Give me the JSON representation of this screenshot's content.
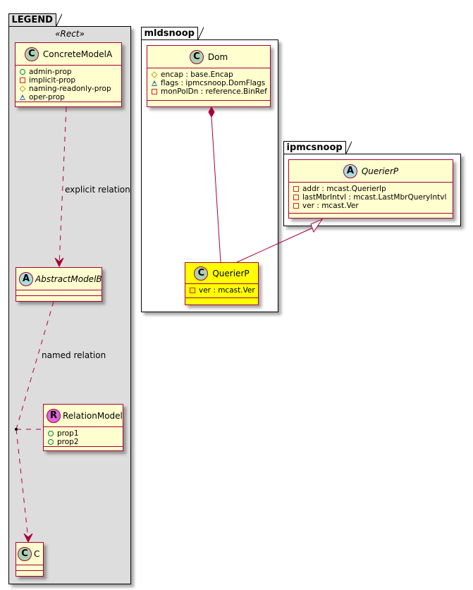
{
  "colors": {
    "class_fill": "#fefece",
    "class_border": "#a80036",
    "highlight_fill": "#ffff00",
    "legend_fill": "#dddddd",
    "badge_class": "#add1b2",
    "badge_abstract": "#a9dcdf",
    "badge_relation": "#dd66dd",
    "vis_public": "#038048",
    "vis_private": "#c82930",
    "vis_protected": "#b38d22",
    "vis_package": "#1963a0"
  },
  "legend": {
    "package_name": "LEGEND",
    "stereotype": "«Rect»",
    "concrete_model": {
      "badge": "C",
      "name": "ConcreteModelA",
      "attributes": [
        {
          "visibility": "public",
          "icon": "circle-icon",
          "text": "admin-prop"
        },
        {
          "visibility": "private",
          "icon": "square-icon",
          "text": "implicit-prop"
        },
        {
          "visibility": "protected",
          "icon": "diamond-icon",
          "text": "naming-readonly-prop"
        },
        {
          "visibility": "package",
          "icon": "triangle-icon",
          "text": "oper-prop"
        }
      ]
    },
    "explicit_relation_label": "explicit relation",
    "abstract_model": {
      "badge": "A",
      "name": "AbstractModelB"
    },
    "named_relation_label": "named relation",
    "relation_model": {
      "badge": "R",
      "name": "RelationModel",
      "attributes": [
        {
          "visibility": "public",
          "icon": "circle-icon",
          "text": "prop1"
        },
        {
          "visibility": "public",
          "icon": "circle-icon",
          "text": "prop2"
        }
      ]
    },
    "class_c": {
      "badge": "C",
      "name": "C"
    }
  },
  "mldsnoop": {
    "package_name": "mldsnoop",
    "dom": {
      "badge": "C",
      "name": "Dom",
      "attributes": [
        {
          "visibility": "protected",
          "icon": "diamond-icon",
          "text": "encap : base.Encap"
        },
        {
          "visibility": "package",
          "icon": "triangle-icon",
          "text": "flags : ipmcsnoop.DomFlags"
        },
        {
          "visibility": "private",
          "icon": "square-icon",
          "text": "monPolDn : reference.BinRef"
        }
      ]
    },
    "querier": {
      "badge": "C",
      "name": "QuerierP",
      "attributes": [
        {
          "visibility": "private",
          "icon": "square-icon",
          "text": "ver : mcast.Ver"
        }
      ]
    }
  },
  "ipmcsnoop": {
    "package_name": "ipmcsnoop",
    "querier": {
      "badge": "A",
      "name": "QuerierP",
      "attributes": [
        {
          "visibility": "private",
          "icon": "square-icon",
          "text": "addr : mcast.QuerierIp"
        },
        {
          "visibility": "private",
          "icon": "square-icon",
          "text": "lastMbrIntvl : mcast.LastMbrQueryIntvl"
        },
        {
          "visibility": "private",
          "icon": "square-icon",
          "text": "ver : mcast.Ver"
        }
      ]
    }
  }
}
